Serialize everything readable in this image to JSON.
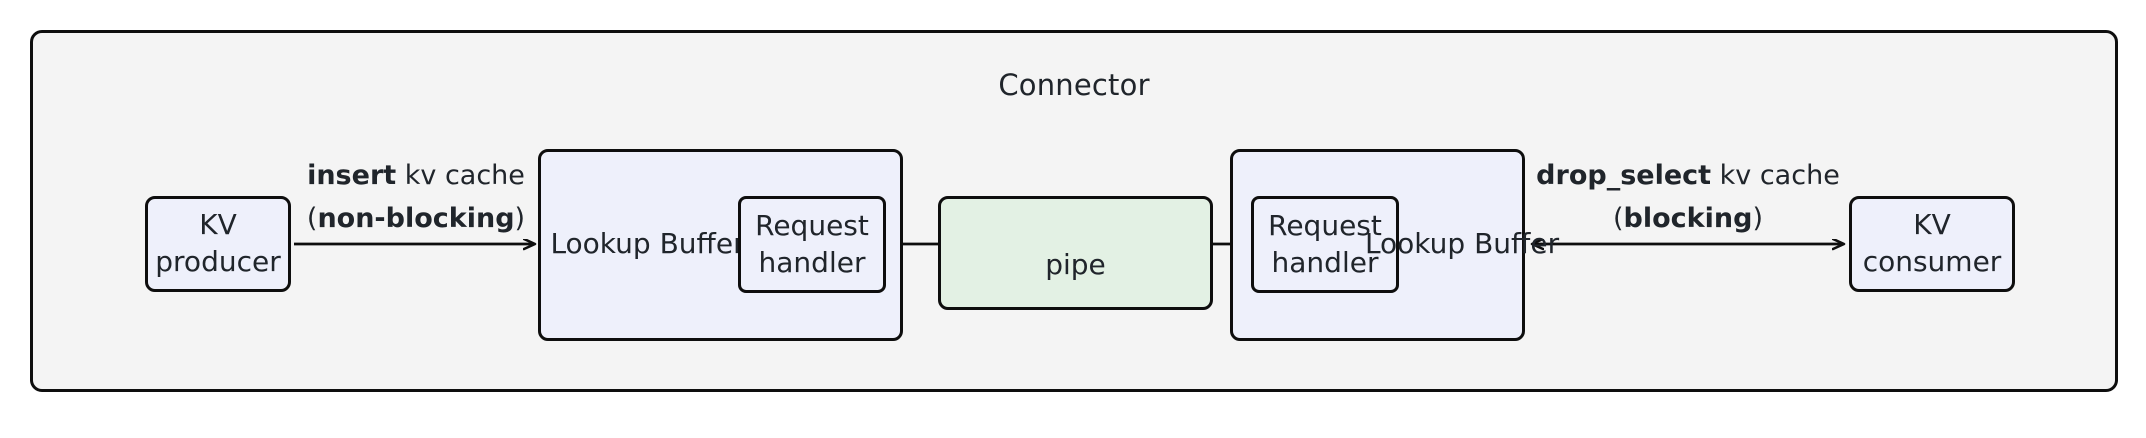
{
  "diagram": {
    "container": {
      "title": "Connector",
      "fill": "#f4f4f4",
      "stroke": "#0e0e0e"
    },
    "colors": {
      "node_blue": "#eef0fb",
      "node_green": "#e3f1e4",
      "stroke": "#0e0e0e",
      "text": "#20252b",
      "background": "#ffffff"
    },
    "nodes": {
      "kv_producer": {
        "line1": "KV",
        "line2": "producer"
      },
      "kv_consumer": {
        "line1": "KV",
        "line2": "consumer"
      },
      "lookup_buffer_left": {
        "line1": "Lookup",
        "line2": "Buffer"
      },
      "lookup_buffer_right": {
        "line1": "Lookup",
        "line2": "Buffer"
      },
      "request_handler_left": {
        "line1": "Request",
        "line2": "handler"
      },
      "request_handler_right": {
        "line1": "Request",
        "line2": "handler"
      },
      "pipe": {
        "label": "pipe"
      }
    },
    "edges": {
      "insert": {
        "line1_bold": "insert",
        "line1_rest": " kv cache",
        "line2_open": "(",
        "line2_bold": "non-blocking",
        "line2_close": ")",
        "direction": "right"
      },
      "drop_select": {
        "line1_bold": "drop_select",
        "line1_rest": " kv cache",
        "line2_open": "(",
        "line2_bold": "blocking",
        "line2_close": ")",
        "direction": "bidirectional"
      },
      "pipe_to_left_buffer": {
        "direction": "left"
      },
      "pipe_to_right_buffer": {
        "direction": "right"
      }
    }
  }
}
